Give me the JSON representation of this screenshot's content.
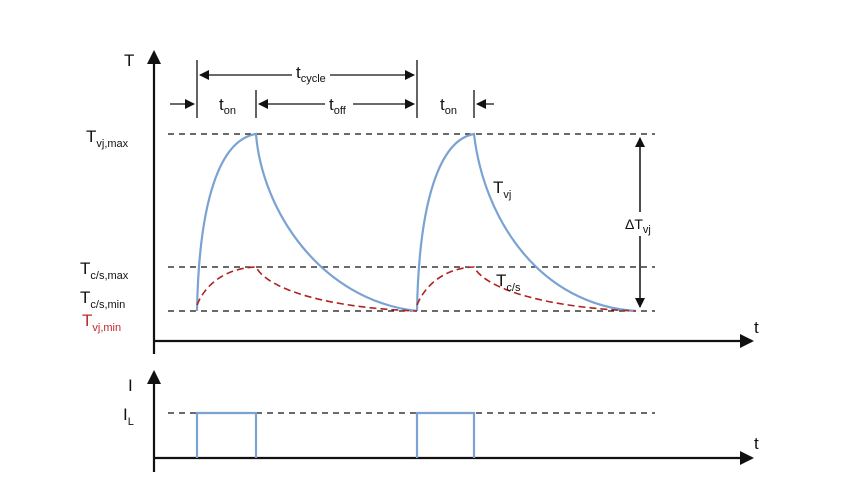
{
  "colors": {
    "axis": "#111111",
    "tvj_curve": "#7aa3d4",
    "tcs_curve": "#b22222",
    "pulse": "#7aa3d4",
    "dashed": "#111111",
    "red_label": "#c0282a"
  },
  "top_graph": {
    "y_axis_label": "T",
    "x_axis_label": "t",
    "levels": {
      "tvj_max": {
        "main": "T",
        "sub": "vj,max"
      },
      "tcs_max": {
        "main": "T",
        "sub": "c/s,max"
      },
      "tcs_min": {
        "main": "T",
        "sub": "c/s,min"
      },
      "tvj_min": {
        "main": "T",
        "sub": "vj,min"
      }
    },
    "timing": {
      "t_cycle": {
        "main": "t",
        "sub": "cycle"
      },
      "t_on_1": {
        "main": "t",
        "sub": "on"
      },
      "t_off": {
        "main": "t",
        "sub": "off"
      },
      "t_on_2": {
        "main": "t",
        "sub": "on"
      }
    },
    "curve_labels": {
      "tvj": {
        "main": "T",
        "sub": "vj"
      },
      "tcs": {
        "main": "T",
        "sub": "c/s"
      },
      "delta_tvj": {
        "main": "ΔT",
        "sub": "vj"
      }
    }
  },
  "bottom_graph": {
    "y_axis_label": "I",
    "x_axis_label": "t",
    "level": {
      "main": "I",
      "sub": "L"
    }
  }
}
